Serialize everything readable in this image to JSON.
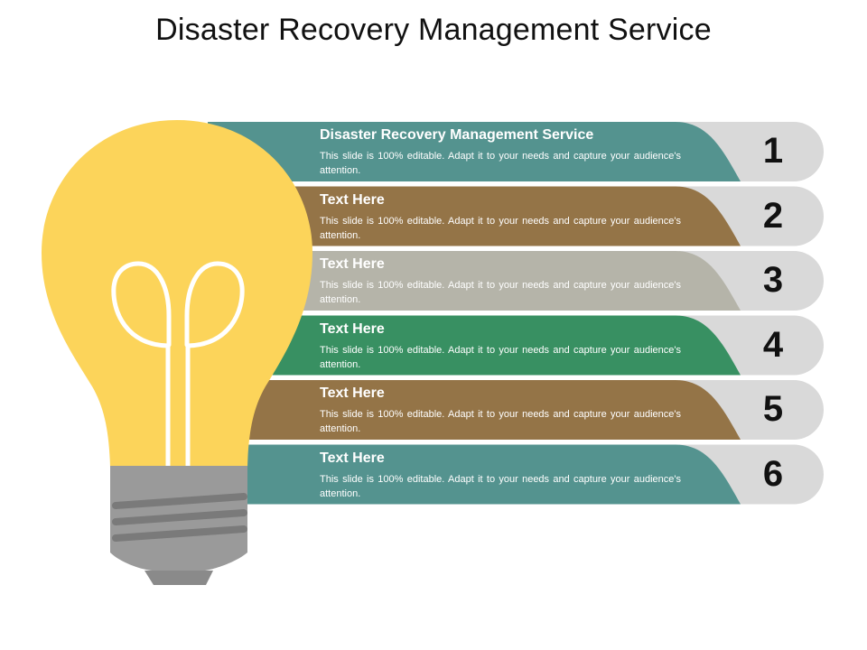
{
  "title": "Disaster Recovery Management Service",
  "colors": {
    "teal": "#54938F",
    "brown": "#947447",
    "gray": "#B5B4A9",
    "green": "#389062",
    "pill": "#D9D9D9",
    "bulb": "#FCD45A",
    "base": "#9A9A9A",
    "base_dark": "#7D7D7D"
  },
  "rows": [
    {
      "number": "1",
      "title": "Disaster Recovery Management Service",
      "body": "This slide is 100% editable. Adapt it to your needs and capture your audience's attention.",
      "color": "#54938F"
    },
    {
      "number": "2",
      "title": "Text Here",
      "body": "This slide is 100% editable. Adapt it to your needs and capture your audience's attention.",
      "color": "#947447"
    },
    {
      "number": "3",
      "title": "Text Here",
      "body": "This slide is 100% editable. Adapt it to your needs and capture your audience's attention.",
      "color": "#B5B4A9"
    },
    {
      "number": "4",
      "title": "Text Here",
      "body": "This slide is 100% editable. Adapt it to your needs and capture your audience's attention.",
      "color": "#389062"
    },
    {
      "number": "5",
      "title": "Text Here",
      "body": "This slide is 100% editable. Adapt it to your needs and capture your audience's attention.",
      "color": "#947447"
    },
    {
      "number": "6",
      "title": "Text Here",
      "body": "This slide is 100% editable. Adapt it to your needs and capture your audience's attention.",
      "color": "#54938F"
    }
  ]
}
